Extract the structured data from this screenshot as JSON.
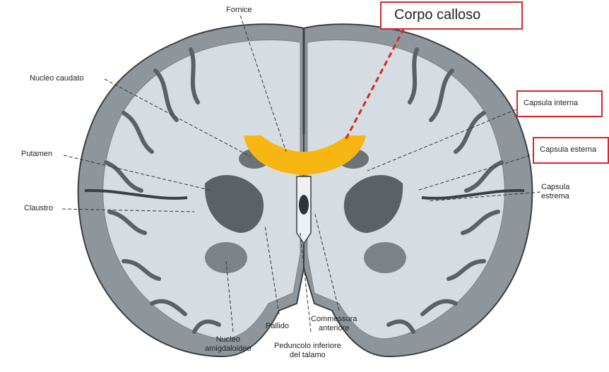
{
  "labels": {
    "fornice": "Fornice",
    "nucleo_caudato": "Nucleo caudato",
    "putamen": "Putamen",
    "claustro": "Claustro",
    "corpo_calloso": "Corpo calloso",
    "capsula_interna": "Capsula interna",
    "capsula_esterna": "Capsula esterna",
    "capsula_estrema": "Capsula\nestrema",
    "nucleo_amigdaloideo": "Nucleo\namigdaloideo",
    "pallido": "Pallido",
    "peduncolo": "Peduncolo inferiore\ndel talamo",
    "commessura": "Commessura\nanteriore"
  },
  "colors": {
    "highlight_fill": "#f7b611",
    "highlight_box": "#d8262a",
    "white_matter": "#d6dde2",
    "gray_matter": "#8e969c",
    "deep_nuclei": "#5b6166"
  }
}
